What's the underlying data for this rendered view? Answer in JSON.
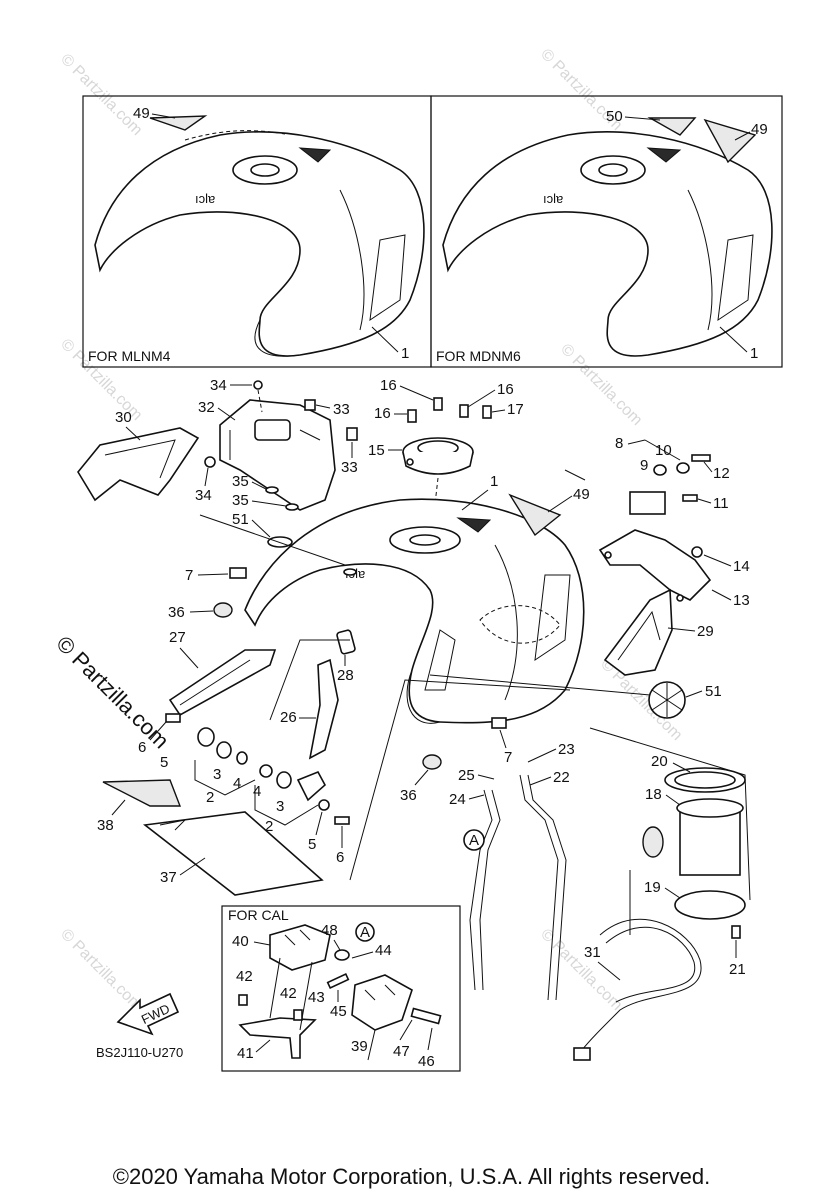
{
  "diagram": {
    "box_labels": {
      "variant_left": "FOR MLNM4",
      "variant_right": "FOR MDNM6",
      "cal_box": "FOR CAL"
    },
    "fwd_label": "FWD",
    "ref_code": "BS2J110-U270",
    "circle_marker": "A",
    "watermark": "© Partzilla.com",
    "watermark_small": "© Partzilla.com",
    "callouts": {
      "c49_left": "49",
      "c1_left": "1",
      "c50_right": "50",
      "c49_right": "49",
      "c1_right": "1",
      "c34_top": "34",
      "c32": "32",
      "c33_a": "33",
      "c33_b": "33",
      "c30": "30",
      "c34_bot": "34",
      "c35_a": "35",
      "c35_b": "35",
      "c51_a": "51",
      "c16_a": "16",
      "c16_b": "16",
      "c16_c": "16",
      "c17": "17",
      "c15": "15",
      "c1_main": "1",
      "c49_main": "49",
      "c8": "8",
      "c9": "9",
      "c10": "10",
      "c12": "12",
      "c11": "11",
      "c14": "14",
      "c13": "13",
      "c29": "29",
      "c51_b": "51",
      "c7_a": "7",
      "c36_a": "36",
      "c27": "27",
      "c28": "28",
      "c26": "26",
      "c6_a": "6",
      "c5_a": "5",
      "c3_a": "3",
      "c4_a": "4",
      "c2_a": "2",
      "c4_b": "4",
      "c3_b": "3",
      "c2_b": "2",
      "c5_b": "5",
      "c6_b": "6",
      "c7_b": "7",
      "c23": "23",
      "c25": "25",
      "c22": "22",
      "c24": "24",
      "c36_b": "36",
      "c20": "20",
      "c18": "18",
      "c19": "19",
      "c21": "21",
      "c31": "31",
      "c38": "38",
      "c37": "37",
      "c40": "40",
      "c48": "48",
      "c44": "44",
      "c42_a": "42",
      "c42_b": "42",
      "c43": "43",
      "c45": "45",
      "c39": "39",
      "c47": "47",
      "c46": "46",
      "c41": "41"
    }
  },
  "footer": {
    "copyright": "©2020 Yamaha Motor Corporation, U.S.A. All rights reserved."
  }
}
